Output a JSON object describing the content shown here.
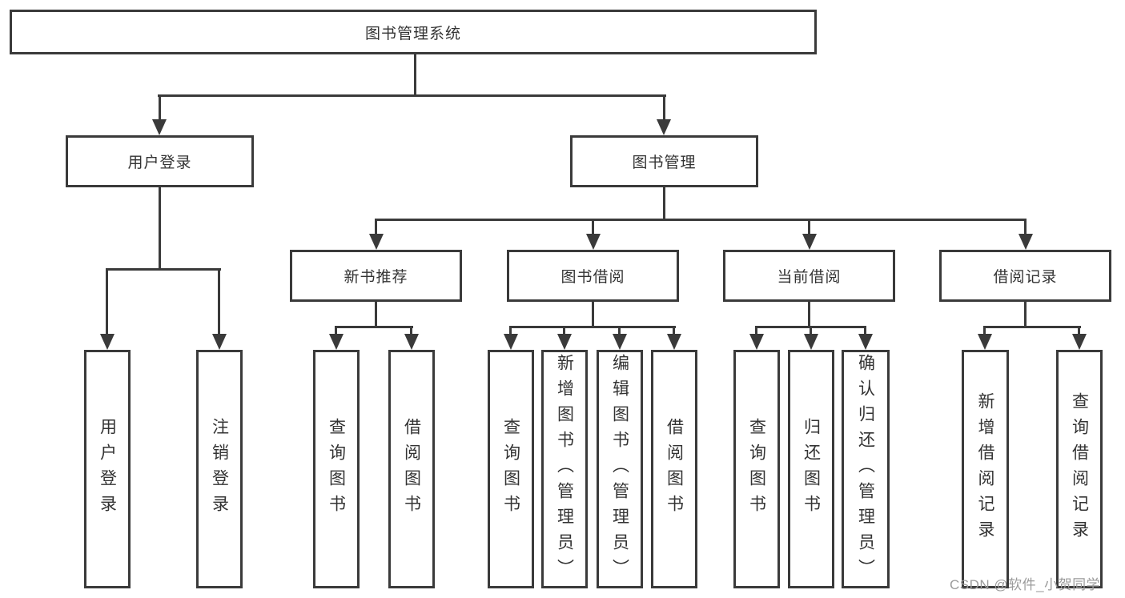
{
  "colors": {
    "line": "#3a3a3a",
    "box_border": "#3a3a3a",
    "text": "#333333",
    "watermark_text": "#9b9b9b",
    "background": "#ffffff"
  },
  "diagram": {
    "root": {
      "label": "图书管理系统"
    },
    "branches": [
      {
        "label": "用户登录",
        "children": [
          {
            "label": "用户登录"
          },
          {
            "label": "注销登录"
          }
        ]
      },
      {
        "label": "图书管理",
        "sections": [
          {
            "label": "新书推荐",
            "children": [
              {
                "label": "查询图书"
              },
              {
                "label": "借阅图书"
              }
            ]
          },
          {
            "label": "图书借阅",
            "children": [
              {
                "label": "查询图书"
              },
              {
                "label": "新增图书（管理员）"
              },
              {
                "label": "编辑图书（管理员）"
              },
              {
                "label": "借阅图书"
              }
            ]
          },
          {
            "label": "当前借阅",
            "children": [
              {
                "label": "查询图书"
              },
              {
                "label": "归还图书"
              },
              {
                "label": "确认归还（管理员）"
              }
            ]
          },
          {
            "label": "借阅记录",
            "children": [
              {
                "label": "新增借阅记录"
              },
              {
                "label": "查询借阅记录"
              }
            ]
          }
        ]
      }
    ]
  },
  "watermark": {
    "text": "CSDN @软件_小贺同学"
  }
}
